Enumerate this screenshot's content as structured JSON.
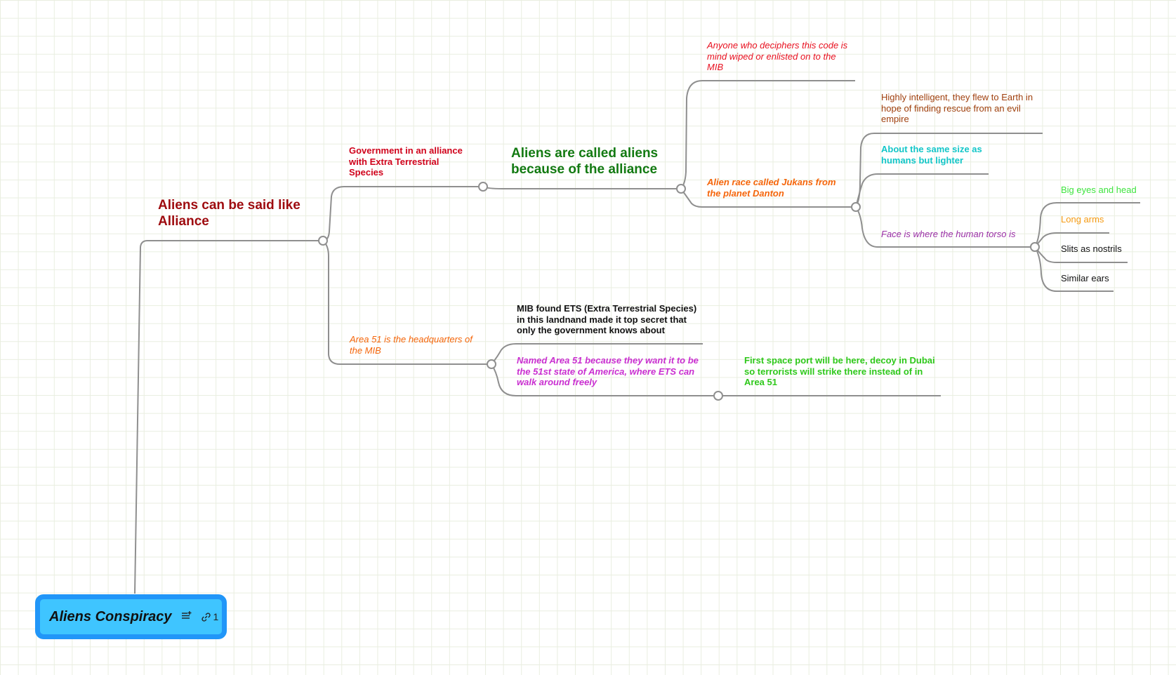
{
  "root": {
    "title": "Aliens Conspiracy",
    "notes_icon": "notes-icon",
    "link_icon": "link-icon",
    "link_count": "1",
    "fill": "#3fc5ff",
    "border": "#2196f8"
  },
  "topics": {
    "alliance": {
      "text": "Aliens can be said like Alliance",
      "color": "#9e0b0f"
    },
    "government": {
      "text": "Government in an alliance with Extra Terrestrial Species",
      "color": "#d0021b"
    },
    "called_aliens": {
      "text": "Aliens are called aliens because of the alliance",
      "color": "#137a12"
    },
    "anyone": {
      "text": "Anyone who deciphers this code is mind wiped or enlisted on to the MIB",
      "color": "#e8101f"
    },
    "jukans": {
      "text": "Alien race called Jukans from the planet Danton",
      "color": "#f5650a"
    },
    "highly": {
      "text": "Highly intelligent, they flew to Earth in hope of finding rescue from an evil empire",
      "color": "#a0400e"
    },
    "same_size": {
      "text": "About the same size as humans but lighter",
      "color": "#12c6c8"
    },
    "face": {
      "text": "Face is where the human torso is",
      "color": "#9b30a8"
    },
    "big_eyes": {
      "text": "Big eyes and head",
      "color": "#3ee43e"
    },
    "long_arms": {
      "text": "Long arms",
      "color": "#f59a12"
    },
    "slits": {
      "text": "Slits as nostrils",
      "color": "#111111"
    },
    "ears": {
      "text": "Similar ears",
      "color": "#111111"
    },
    "area51": {
      "text": "Area 51 is the headquarters of the MIB",
      "color": "#f5650a"
    },
    "mib_found": {
      "text": "MIB found ETS (Extra Terrestrial Species) in this landnand made it top secret that only the government knows about",
      "color": "#111111"
    },
    "named": {
      "text": "Named Area 51 because they want it to be the 51st state of America, where ETS can walk around freely",
      "color": "#c92ed0"
    },
    "space_port": {
      "text": "First space port will be here, decoy in Dubai so terrorists will strike there instead of in Area 51",
      "color": "#2ec81a"
    }
  },
  "line_color": "#8f8f8f"
}
